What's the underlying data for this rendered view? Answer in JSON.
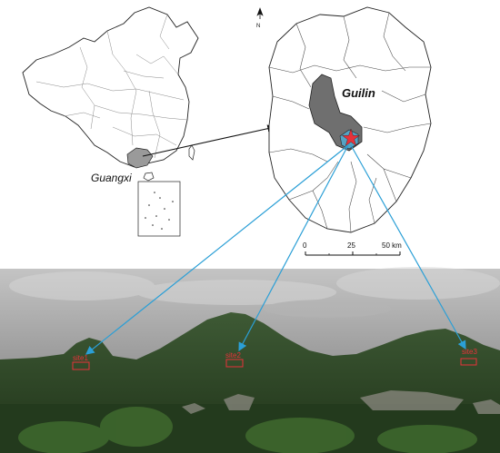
{
  "labels": {
    "guangxi": "Guangxi",
    "guilin": "Guilin",
    "north": "N"
  },
  "scale_bar": {
    "ticks": [
      "0",
      "25",
      "50 km"
    ]
  },
  "sites": [
    {
      "label": "site1"
    },
    {
      "label": "site2"
    },
    {
      "label": "site3"
    }
  ],
  "colors": {
    "connector_arrow": "#2b9fd6",
    "site_box": "#e8323a",
    "star": "#e8323a",
    "highlight_region": "#6f6f6f",
    "guangxi_fill": "#9a9a9a"
  },
  "icons": {
    "north_arrow": "north-arrow-icon",
    "study_area_marker": "star-icon"
  }
}
